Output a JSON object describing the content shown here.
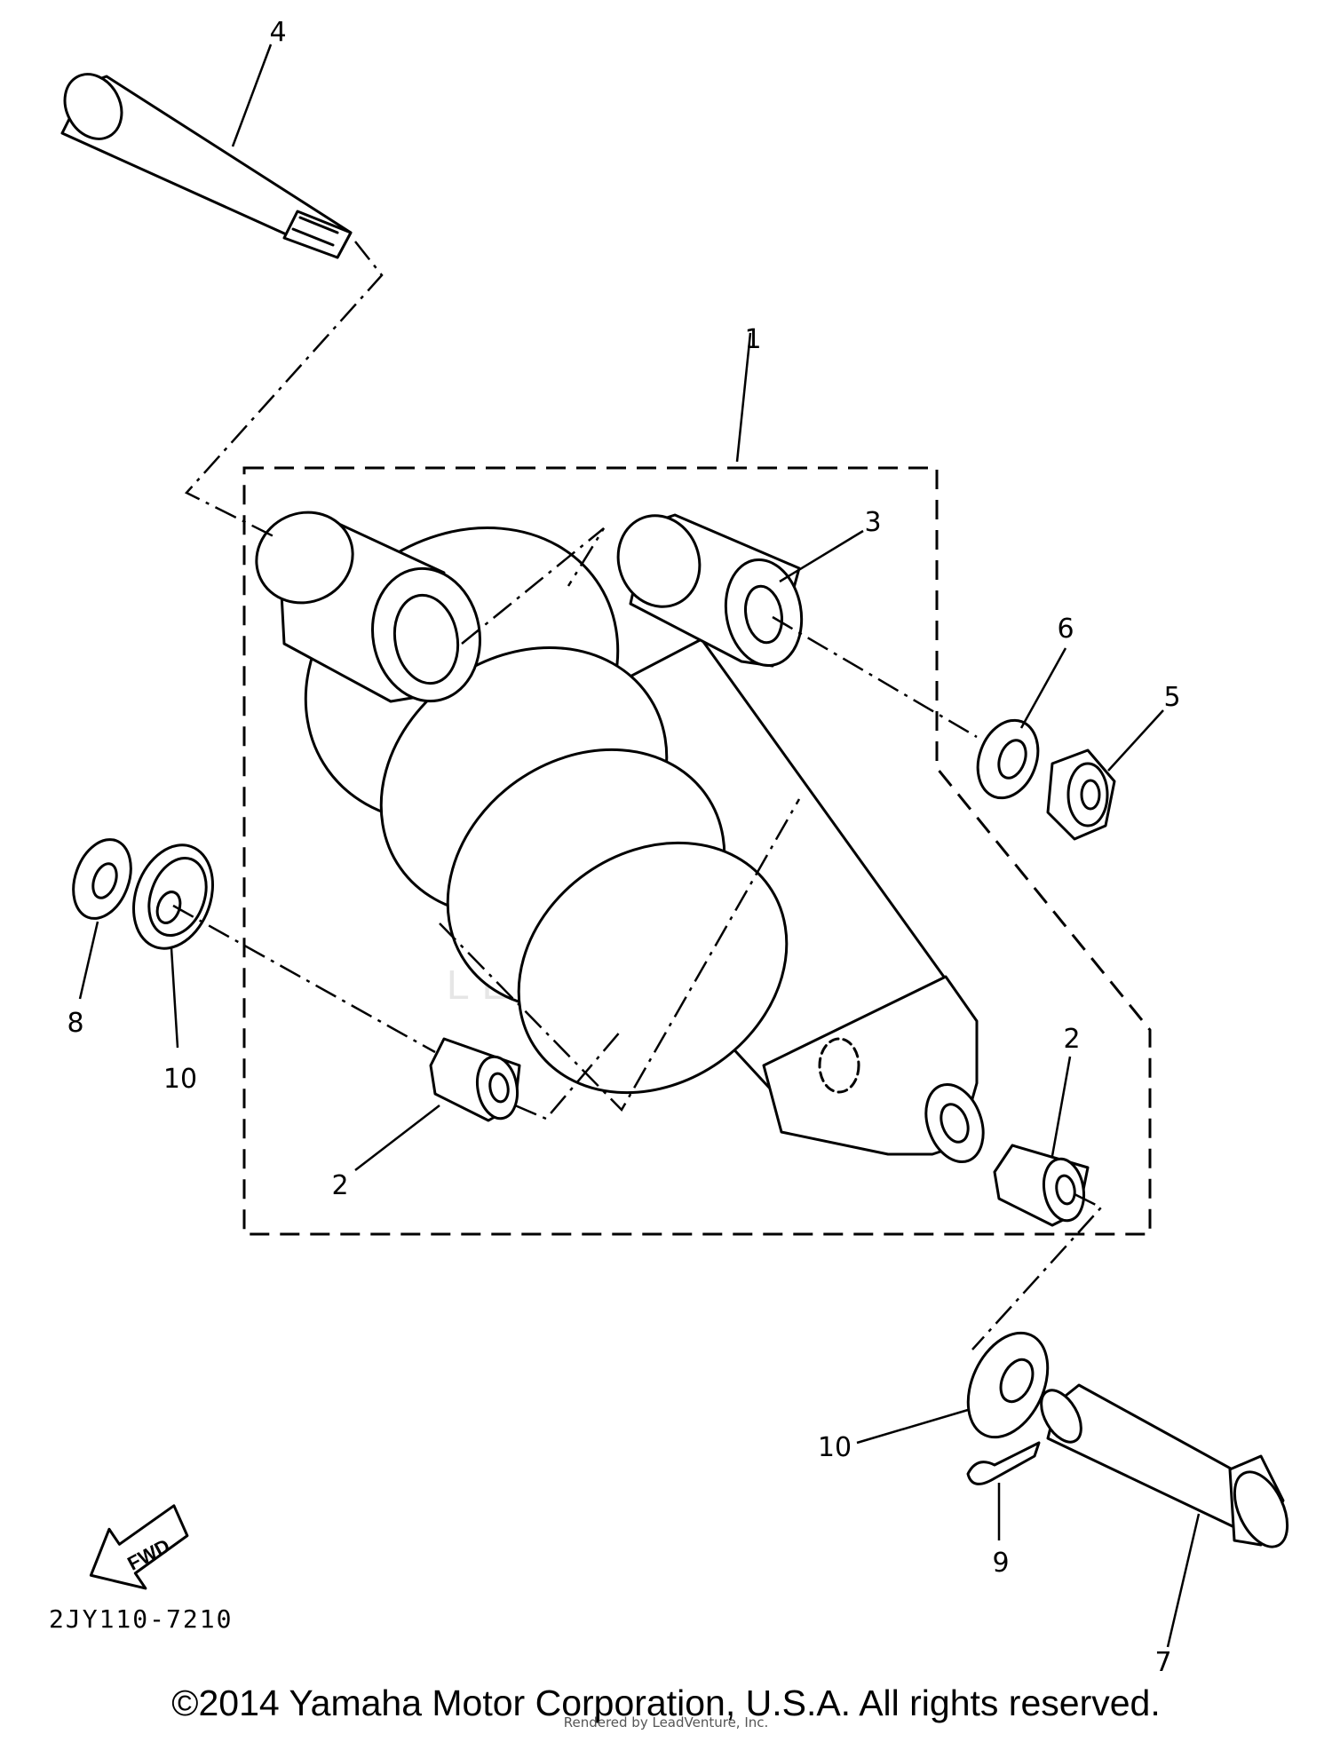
{
  "diagram": {
    "callouts": [
      {
        "id": "c4",
        "text": "4"
      },
      {
        "id": "c1",
        "text": "1"
      },
      {
        "id": "c3",
        "text": "3"
      },
      {
        "id": "c6",
        "text": "6"
      },
      {
        "id": "c5",
        "text": "5"
      },
      {
        "id": "c8",
        "text": "8"
      },
      {
        "id": "c10a",
        "text": "10"
      },
      {
        "id": "c2a",
        "text": "2"
      },
      {
        "id": "c2b",
        "text": "2"
      },
      {
        "id": "c10b",
        "text": "10"
      },
      {
        "id": "c9",
        "text": "9"
      },
      {
        "id": "c7",
        "text": "7"
      }
    ],
    "fwd_label": "FWD",
    "diagram_code": "2JY110-7210",
    "watermark": "LEADVENTURE"
  },
  "footer": {
    "copyright": "©2014 Yamaha Motor Corporation, U.S.A. All rights reserved.",
    "rendered_by": "Rendered by LeadVenture, Inc."
  }
}
